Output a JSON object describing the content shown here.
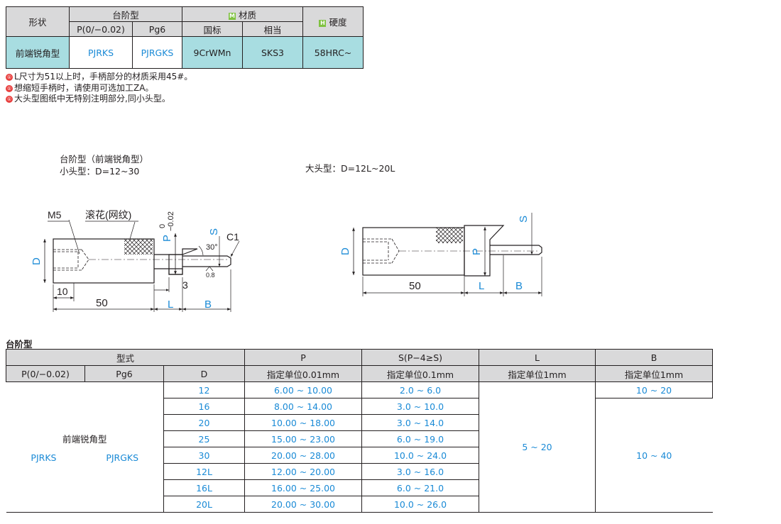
{
  "spec_table": {
    "shape_header": "形状",
    "step_type_header": "台阶型",
    "p_tol": "P(0/−0.02)",
    "pg6": "Pg6",
    "material_badge": "M",
    "material_header": "材质",
    "national": "国标",
    "equivalent": "相当",
    "hardness_badge": "H",
    "hardness_header": "硬度",
    "row_shape": "前端锐角型",
    "row_code1": "PJRKS",
    "row_code2": "PJRGKS",
    "row_material_national": "9CrWMn",
    "row_material_equiv": "SKS3",
    "row_hardness": "58HRC~"
  },
  "notes": [
    "L尺寸为51以上时，手柄部分的材质采用45#。",
    "想缩短手柄时，请使用可选加工ZA。",
    "大头型图纸中无特别注明部分,同小头型。"
  ],
  "note_icon": "①",
  "drawings": {
    "left_title": "台阶型（前端锐角型）",
    "left_subtitle": "小头型：D=12~30",
    "right_title": "大头型：D=12L~20L",
    "m5": "M5",
    "knurl": "滚花(网纹)",
    "dim_d": "D",
    "dim_p": "P",
    "dim_p_tol_upper": "0",
    "dim_p_tol_lower": "−0.02",
    "dim_s": "S",
    "dim_c1": "C1",
    "dim_30": "30°",
    "dim_08": "0.8",
    "dim_10": "10",
    "dim_50": "50",
    "dim_3": "3",
    "dim_l": "L",
    "dim_b": "B"
  },
  "param_table": {
    "section_title": "台阶型",
    "h_model": "型式",
    "h_p": "P",
    "h_s": "S(P−4≥S)",
    "h_l": "L",
    "h_b": "B",
    "h_p_tol": "P(0/−0.02)",
    "h_pg6": "Pg6",
    "h_d": "D",
    "unit_p": "指定单位0.01mm",
    "unit_s": "指定单位0.1mm",
    "unit_l": "指定单位1mm",
    "unit_b": "指定单位1mm",
    "shape": "前端锐角型",
    "code1": "PJRKS",
    "code2": "PJRGKS",
    "rows": [
      {
        "d": "12",
        "p": "6.00 ~ 10.00",
        "s": "2.0 ~ 6.0"
      },
      {
        "d": "16",
        "p": "8.00 ~ 14.00",
        "s": "3.0 ~ 10.0"
      },
      {
        "d": "20",
        "p": "10.00 ~ 18.00",
        "s": "3.0 ~ 14.0"
      },
      {
        "d": "25",
        "p": "15.00 ~ 23.00",
        "s": "6.0 ~ 19.0"
      },
      {
        "d": "30",
        "p": "20.00 ~ 28.00",
        "s": "10.0 ~ 24.0"
      },
      {
        "d": "12L",
        "p": "12.00 ~ 20.00",
        "s": "3.0 ~ 16.0"
      },
      {
        "d": "16L",
        "p": "16.00 ~ 25.00",
        "s": "6.0 ~ 21.0"
      },
      {
        "d": "20L",
        "p": "20.00 ~ 30.00",
        "s": "10.0 ~ 26.0"
      }
    ],
    "l_range": "5 ~ 20",
    "b_range_1": "10 ~ 20",
    "b_range_2": "10 ~ 40"
  },
  "colors": {
    "header_gray": "#d9d9da",
    "teal_cell": "#a8dde1",
    "code_blue": "#1a8ad6",
    "material_badge": "#7fc241",
    "note_red": "#e8403f"
  }
}
